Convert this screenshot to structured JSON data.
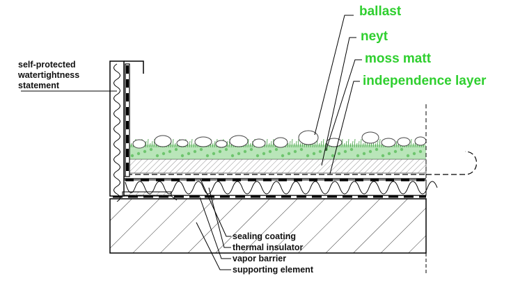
{
  "labels": {
    "ballast": "ballast",
    "neyt": "neyt",
    "moss_matt": "moss matt",
    "independence_layer": "independence layer",
    "upstand": [
      "self-protected",
      "watertightness",
      "statement"
    ],
    "sealing_coating": "sealing coating",
    "thermal_insulator": "thermal insulator",
    "vapor_barrier": "vapor barrier",
    "supporting_element": "supporting element"
  },
  "colors": {
    "label_green": "#2fcf2f",
    "label_black": "#111111",
    "line": "#000000",
    "moss": "#7fd07f",
    "hatch": "#555555"
  }
}
